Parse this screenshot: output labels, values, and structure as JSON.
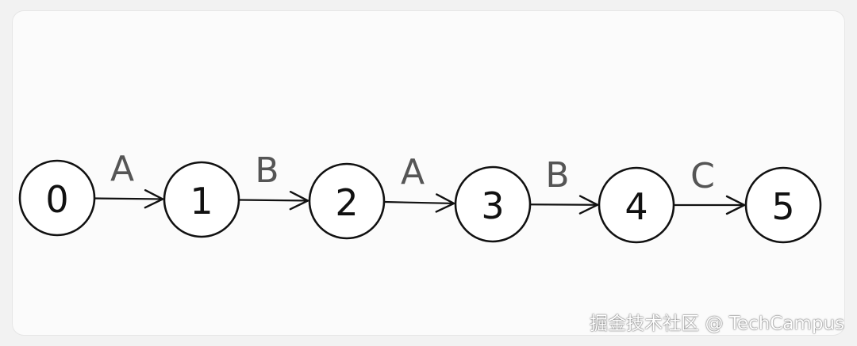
{
  "diagram": {
    "type": "state-chain",
    "nodes": [
      "0",
      "1",
      "2",
      "3",
      "4",
      "5"
    ],
    "edges": [
      {
        "from": "0",
        "to": "1",
        "label": "A"
      },
      {
        "from": "1",
        "to": "2",
        "label": "B"
      },
      {
        "from": "2",
        "to": "3",
        "label": "A"
      },
      {
        "from": "3",
        "to": "4",
        "label": "B"
      },
      {
        "from": "4",
        "to": "5",
        "label": "C"
      }
    ]
  },
  "watermark": "掘金技术社区 @ TechCampus",
  "colors": {
    "background": "#fbfbfb",
    "stroke": "#111111",
    "edge_label": "#555555"
  }
}
